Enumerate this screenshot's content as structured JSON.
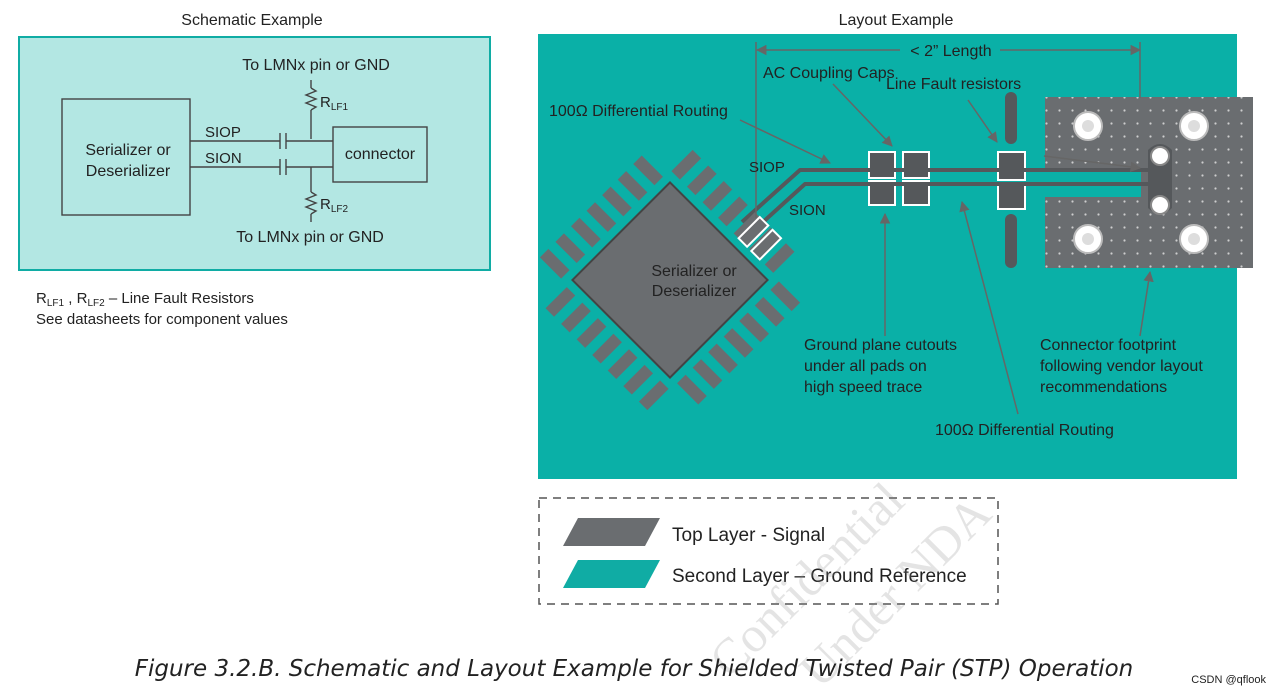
{
  "schematic": {
    "title": "Schematic Example",
    "top_label": "To LMNx pin or GND",
    "bottom_label": "To LMNx pin or GND",
    "rlf1": "R",
    "rlf1_sub": "LF1",
    "rlf2": "R",
    "rlf2_sub": "LF2",
    "block_line1": "Serializer or",
    "block_line2": "Deserializer",
    "siop": "SIOP",
    "sion": "SION",
    "connector": "connector"
  },
  "notes": {
    "r1": "R",
    "r1_sub": "LF1",
    "sep": " , ",
    "r2": "R",
    "r2_sub": "LF2",
    "rest": " – Line Fault Resistors",
    "line2": "See datasheets for component values"
  },
  "layout": {
    "title": "Layout Example",
    "length": "< 2” Length",
    "ac_caps": "AC Coupling Caps",
    "line_fault": "Line Fault resistors",
    "diff_routing_top": "100Ω Differential Routing",
    "siop": "SIOP",
    "sion": "SION",
    "chip_line1": "Serializer or",
    "chip_line2": "Deserializer",
    "gnd_line1": "Ground plane cutouts",
    "gnd_line2": "under all pads on",
    "gnd_line3": "high speed trace",
    "conn_line1": "Connector footprint",
    "conn_line2": "following vendor layout",
    "conn_line3": "recommendations",
    "diff_routing_bottom": "100Ω Differential Routing"
  },
  "legend": {
    "top_layer": "Top Layer - Signal",
    "second_layer": "Second Layer – Ground Reference"
  },
  "watermark": {
    "line1": "Confidential",
    "line2": "Under NDA"
  },
  "caption": "Figure 3.2.B. Schematic and Layout Example for Shielded Twisted Pair (STP) Operation",
  "credit": "CSDN @qflook",
  "colors": {
    "teal_fill": "#b3e7e3",
    "teal_border": "#10aca4",
    "board_teal": "#0ab0a7",
    "signal_gray": "#6a6d70",
    "dark_gray": "#55585b"
  }
}
